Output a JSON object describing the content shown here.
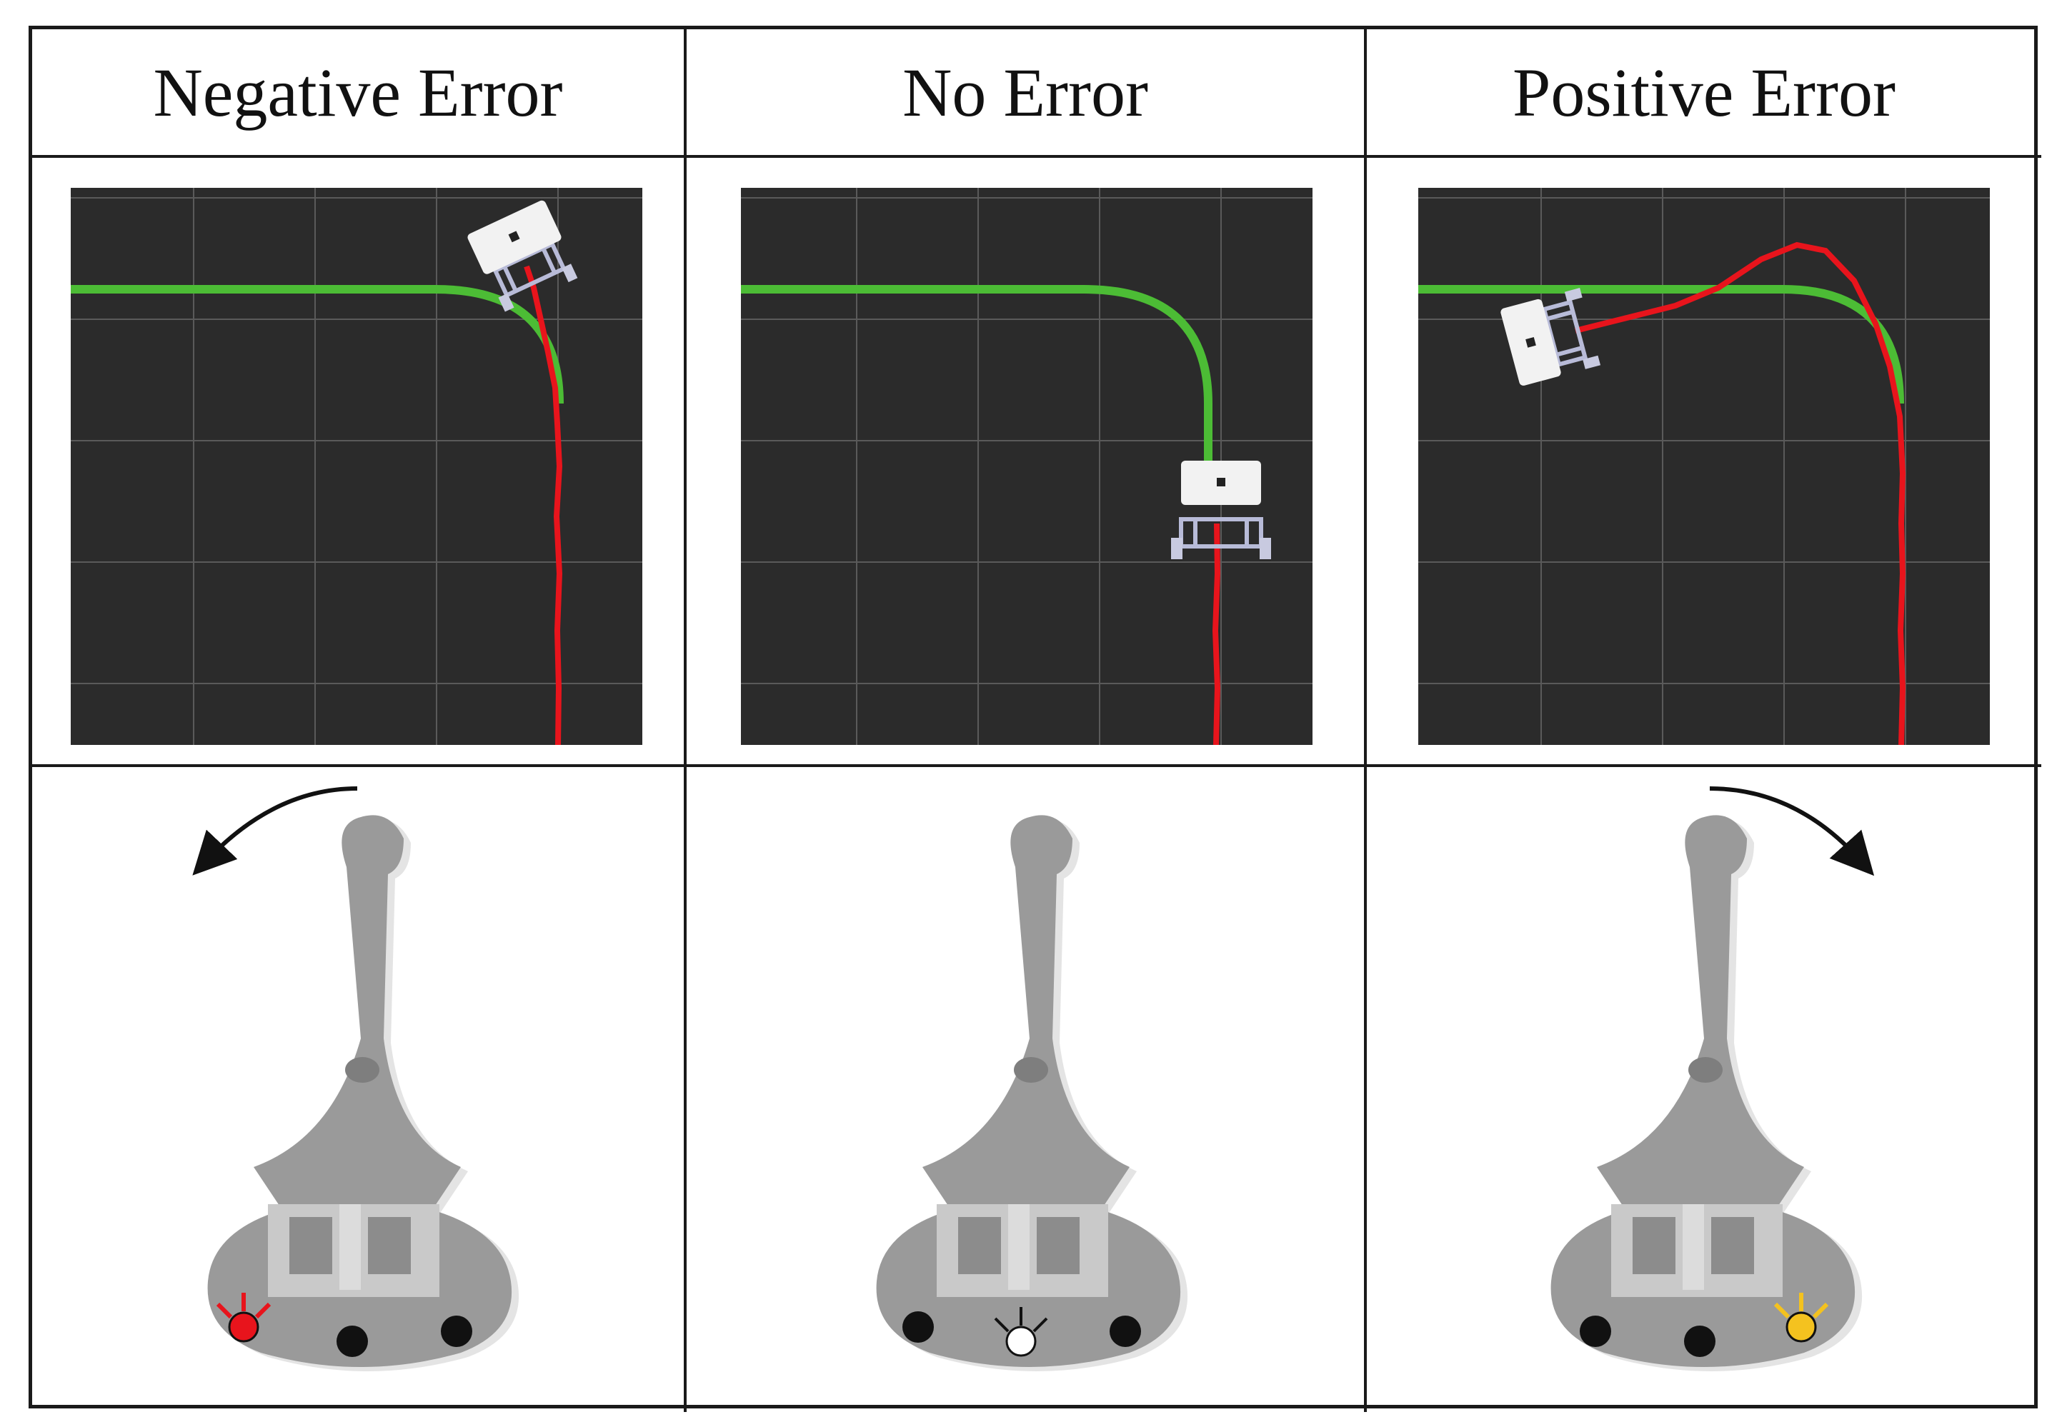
{
  "columns": [
    {
      "label": "Negative Error",
      "direction": "counterclockwise",
      "indicator": "left",
      "indicator_color": "#e8141c"
    },
    {
      "label": "No Error",
      "direction": "none",
      "indicator": "center",
      "indicator_color": "#ffffff"
    },
    {
      "label": "Positive Error",
      "direction": "clockwise",
      "indicator": "right",
      "indicator_color": "#f4c21f"
    }
  ],
  "colors": {
    "grid_background": "#2b2b2b",
    "grid_lines": "#5a5a5a",
    "reference_path": "#4cbc35",
    "robot_trajectory": "#e8141c",
    "controller_body": "#9a9a9a",
    "unlit_indicator": "#111111",
    "border": "#1a1a1a"
  }
}
